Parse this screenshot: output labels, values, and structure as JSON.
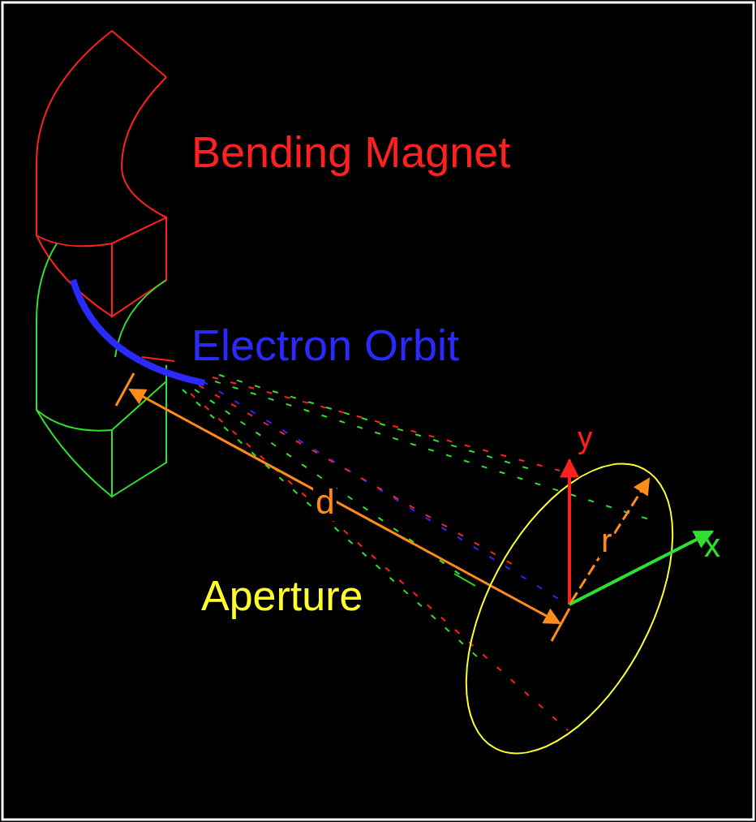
{
  "diagram": {
    "labels": [
      "Bending Magnet",
      "Electron Orbit",
      "d",
      "y",
      "r",
      "x",
      "Aperture"
    ]
  }
}
